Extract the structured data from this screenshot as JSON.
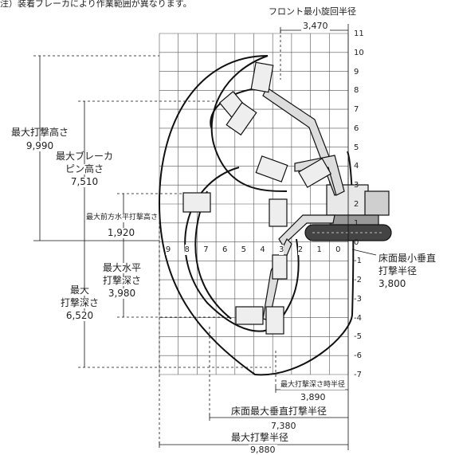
{
  "note": "注）装着ブレーカにより作業範囲が異なります。",
  "grid": {
    "right_axis_ticks": [
      "11",
      "10",
      "9",
      "8",
      "7",
      "6",
      "5",
      "4",
      "3",
      "2",
      "1",
      "0",
      "-1",
      "-2",
      "-3",
      "-4",
      "-5",
      "-6",
      "-7"
    ],
    "bottom_row_ticks": [
      "9",
      "8",
      "7",
      "6",
      "5",
      "4",
      "3",
      "2",
      "1",
      "0"
    ]
  },
  "dimensions": {
    "front_min_swing_radius": {
      "label": "フロント最小旋回半径",
      "value": "3,470"
    },
    "max_strike_height": {
      "label": "最大打撃高さ",
      "value": "9,990"
    },
    "max_breaker_pin_height": {
      "label_line1": "最大ブレーカ",
      "label_line2": "ピン高さ",
      "value": "7,510"
    },
    "max_forward_horizontal_height": {
      "label": "最大前方水平打撃高さ",
      "value": "1,920"
    },
    "max_horizontal_depth": {
      "label_line1": "最大水平",
      "label_line2": "打撃深さ",
      "value": "3,980"
    },
    "max_strike_depth": {
      "label_line1": "最大",
      "label_line2": "打撃深さ",
      "value": "6,520"
    },
    "floor_min_vertical_radius": {
      "label_line1": "床面最小垂直",
      "label_line2": "打撃半径",
      "value": "3,800"
    },
    "max_depth_radius": {
      "label": "最大打撃深さ時半径",
      "value": "3,890"
    },
    "floor_max_vertical_radius": {
      "label": "床面最大垂直打撃半径",
      "value": "7,380"
    },
    "max_strike_radius": {
      "label": "最大打撃半径",
      "value": "9,880"
    }
  }
}
